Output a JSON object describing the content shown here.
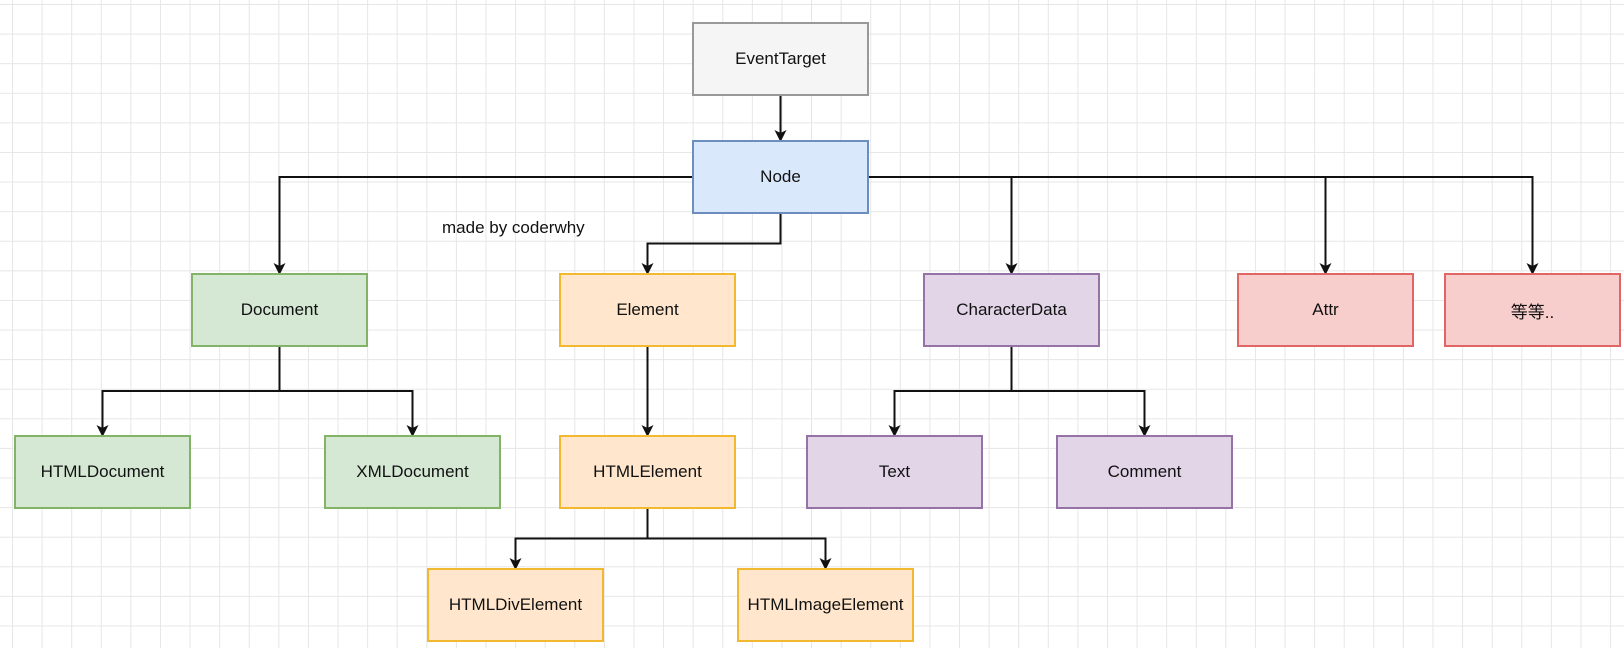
{
  "diagram": {
    "annotation": "made by coderwhy",
    "nodes": {
      "eventtarget": {
        "label": "EventTarget",
        "fill": "#f5f5f5",
        "stroke": "#999999"
      },
      "node": {
        "label": "Node",
        "fill": "#dae8fc",
        "stroke": "#6c8ebf"
      },
      "document": {
        "label": "Document",
        "fill": "#d5e8d4",
        "stroke": "#82b366"
      },
      "element": {
        "label": "Element",
        "fill": "#ffe6cc",
        "stroke": "#f0b92f"
      },
      "characterdata": {
        "label": "CharacterData",
        "fill": "#e1d5e7",
        "stroke": "#9673a6"
      },
      "attr": {
        "label": "Attr",
        "fill": "#f8cecc",
        "stroke": "#e06666"
      },
      "etc": {
        "label": "等等..",
        "fill": "#f8cecc",
        "stroke": "#e06666"
      },
      "htmldocument": {
        "label": "HTMLDocument",
        "fill": "#d5e8d4",
        "stroke": "#82b366"
      },
      "xmldocument": {
        "label": "XMLDocument",
        "fill": "#d5e8d4",
        "stroke": "#82b366"
      },
      "htmlelement": {
        "label": "HTMLElement",
        "fill": "#ffe6cc",
        "stroke": "#f0b92f"
      },
      "text": {
        "label": "Text",
        "fill": "#e1d5e7",
        "stroke": "#9673a6"
      },
      "comment": {
        "label": "Comment",
        "fill": "#e1d5e7",
        "stroke": "#9673a6"
      },
      "htmldivelement": {
        "label": "HTMLDivElement",
        "fill": "#ffe6cc",
        "stroke": "#f0b92f"
      },
      "htmlimageelement": {
        "label": "HTMLImageElement",
        "fill": "#ffe6cc",
        "stroke": "#f0b92f"
      }
    },
    "edges": [
      {
        "from": "eventtarget",
        "to": "node"
      },
      {
        "from": "node",
        "to": "document"
      },
      {
        "from": "node",
        "to": "element"
      },
      {
        "from": "node",
        "to": "characterdata"
      },
      {
        "from": "node",
        "to": "attr"
      },
      {
        "from": "node",
        "to": "etc"
      },
      {
        "from": "document",
        "to": "htmldocument"
      },
      {
        "from": "document",
        "to": "xmldocument"
      },
      {
        "from": "element",
        "to": "htmlelement"
      },
      {
        "from": "characterdata",
        "to": "text"
      },
      {
        "from": "characterdata",
        "to": "comment"
      },
      {
        "from": "htmlelement",
        "to": "htmldivelement"
      },
      {
        "from": "htmlelement",
        "to": "htmlimageelement"
      }
    ]
  }
}
